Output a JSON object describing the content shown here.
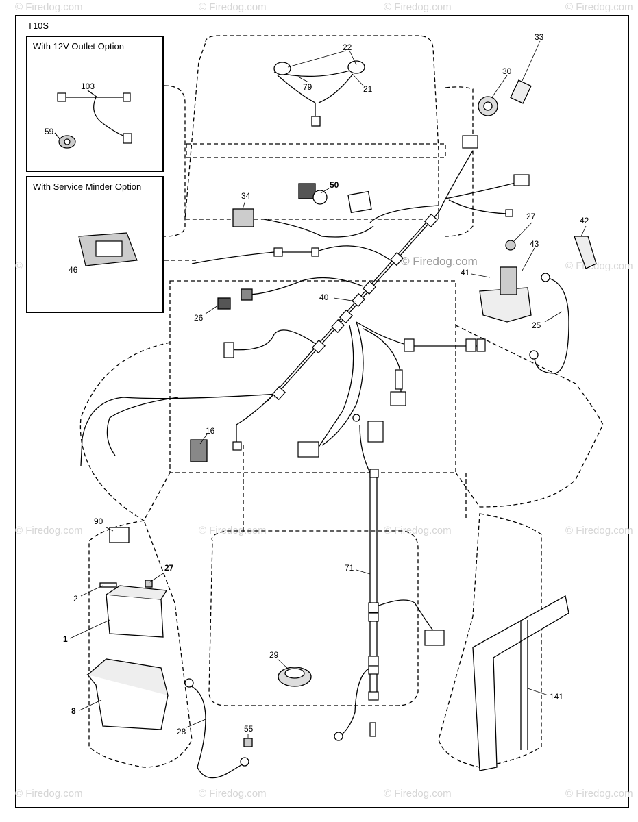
{
  "diagram": {
    "code": "T10S",
    "insets": {
      "outlet": {
        "title": "With 12V Outlet Option"
      },
      "minder": {
        "title": "With Service Minder Option"
      }
    },
    "watermark": "© Firedog.com",
    "callouts": [
      {
        "id": "c22",
        "text": "22"
      },
      {
        "id": "c21",
        "text": "21"
      },
      {
        "id": "c79",
        "text": "79"
      },
      {
        "id": "c30",
        "text": "30"
      },
      {
        "id": "c33",
        "text": "33"
      },
      {
        "id": "c103",
        "text": "103"
      },
      {
        "id": "c59",
        "text": "59"
      },
      {
        "id": "c46",
        "text": "46"
      },
      {
        "id": "c34",
        "text": "34"
      },
      {
        "id": "c50",
        "text": "50"
      },
      {
        "id": "c27a",
        "text": "27"
      },
      {
        "id": "c42",
        "text": "42"
      },
      {
        "id": "c43",
        "text": "43"
      },
      {
        "id": "c41",
        "text": "41"
      },
      {
        "id": "c25",
        "text": "25"
      },
      {
        "id": "c40",
        "text": "40"
      },
      {
        "id": "c26",
        "text": "26"
      },
      {
        "id": "c16",
        "text": "16"
      },
      {
        "id": "c90",
        "text": "90"
      },
      {
        "id": "c27b",
        "text": "27"
      },
      {
        "id": "c2",
        "text": "2"
      },
      {
        "id": "c1",
        "text": "1"
      },
      {
        "id": "c71",
        "text": "71"
      },
      {
        "id": "c29",
        "text": "29"
      },
      {
        "id": "c8",
        "text": "8"
      },
      {
        "id": "c28",
        "text": "28"
      },
      {
        "id": "c55",
        "text": "55"
      },
      {
        "id": "c141",
        "text": "141"
      }
    ]
  }
}
